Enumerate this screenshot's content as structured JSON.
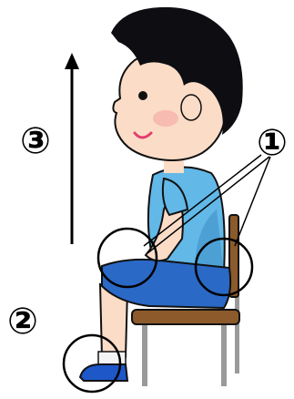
{
  "labels": {
    "one": "①",
    "two": "②",
    "three": "③"
  },
  "colors": {
    "hair": "#0e0e12",
    "skin": "#fbdcc7",
    "cheek": "#f6b3ab",
    "mouth": "#e23d6d",
    "shirt": "#62b8e7",
    "shirt_shadow": "#3d8fc8",
    "shorts": "#2a69c6",
    "shoe": "#1d57c8",
    "sock": "#f4f4f4",
    "chair_wood": "#8c5a2b",
    "chair_metal": "#9a9a9a",
    "outline": "#111111"
  }
}
